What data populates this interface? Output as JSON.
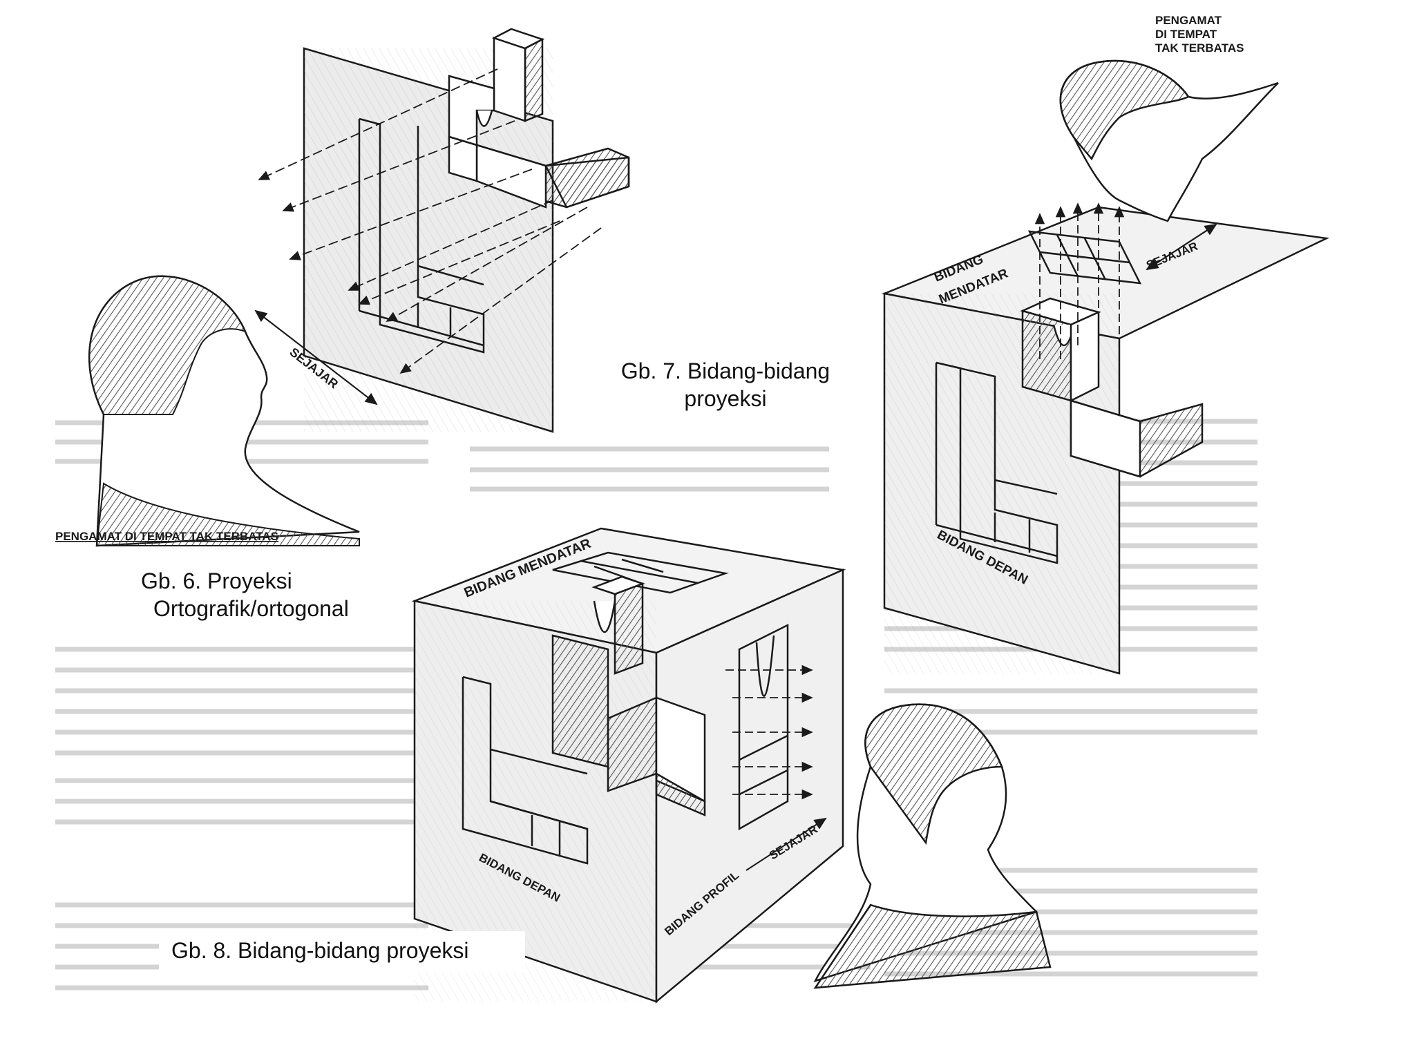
{
  "figures": {
    "gb6": {
      "caption_line1": "Gb. 6. Proyeksi",
      "caption_line2": "Ortografik/ortogonal",
      "label_sejajar": "SEJAJAR",
      "label_observer": "PENGAMAT DI TEMPAT TAK TERBATAS"
    },
    "gb7": {
      "caption_line1": "Gb. 7. Bidang-bidang",
      "caption_line2": "proyeksi",
      "label_observer_line1": "PENGAMAT",
      "label_observer_line2": "DI TEMPAT",
      "label_observer_line3": "TAK TERBATAS",
      "label_bidang": "BIDANG",
      "label_mendatar": "MENDATAR",
      "label_sejajar": "SEJAJAR",
      "label_bidang_depan": "BIDANG DEPAN"
    },
    "gb8": {
      "caption": "Gb. 8. Bidang-bidang proyeksi",
      "label_bidang_mendatar": "BIDANG MENDATAR",
      "label_bidang_depan": "BIDANG DEPAN",
      "label_bidang_profil": "BIDANG PROFIL",
      "label_sejajar": "SEJAJAR"
    }
  },
  "colors": {
    "ink": "#1a1a1a",
    "hatch": "#555555",
    "paper": "#ffffff",
    "faded_text": "#c9c9c9"
  }
}
